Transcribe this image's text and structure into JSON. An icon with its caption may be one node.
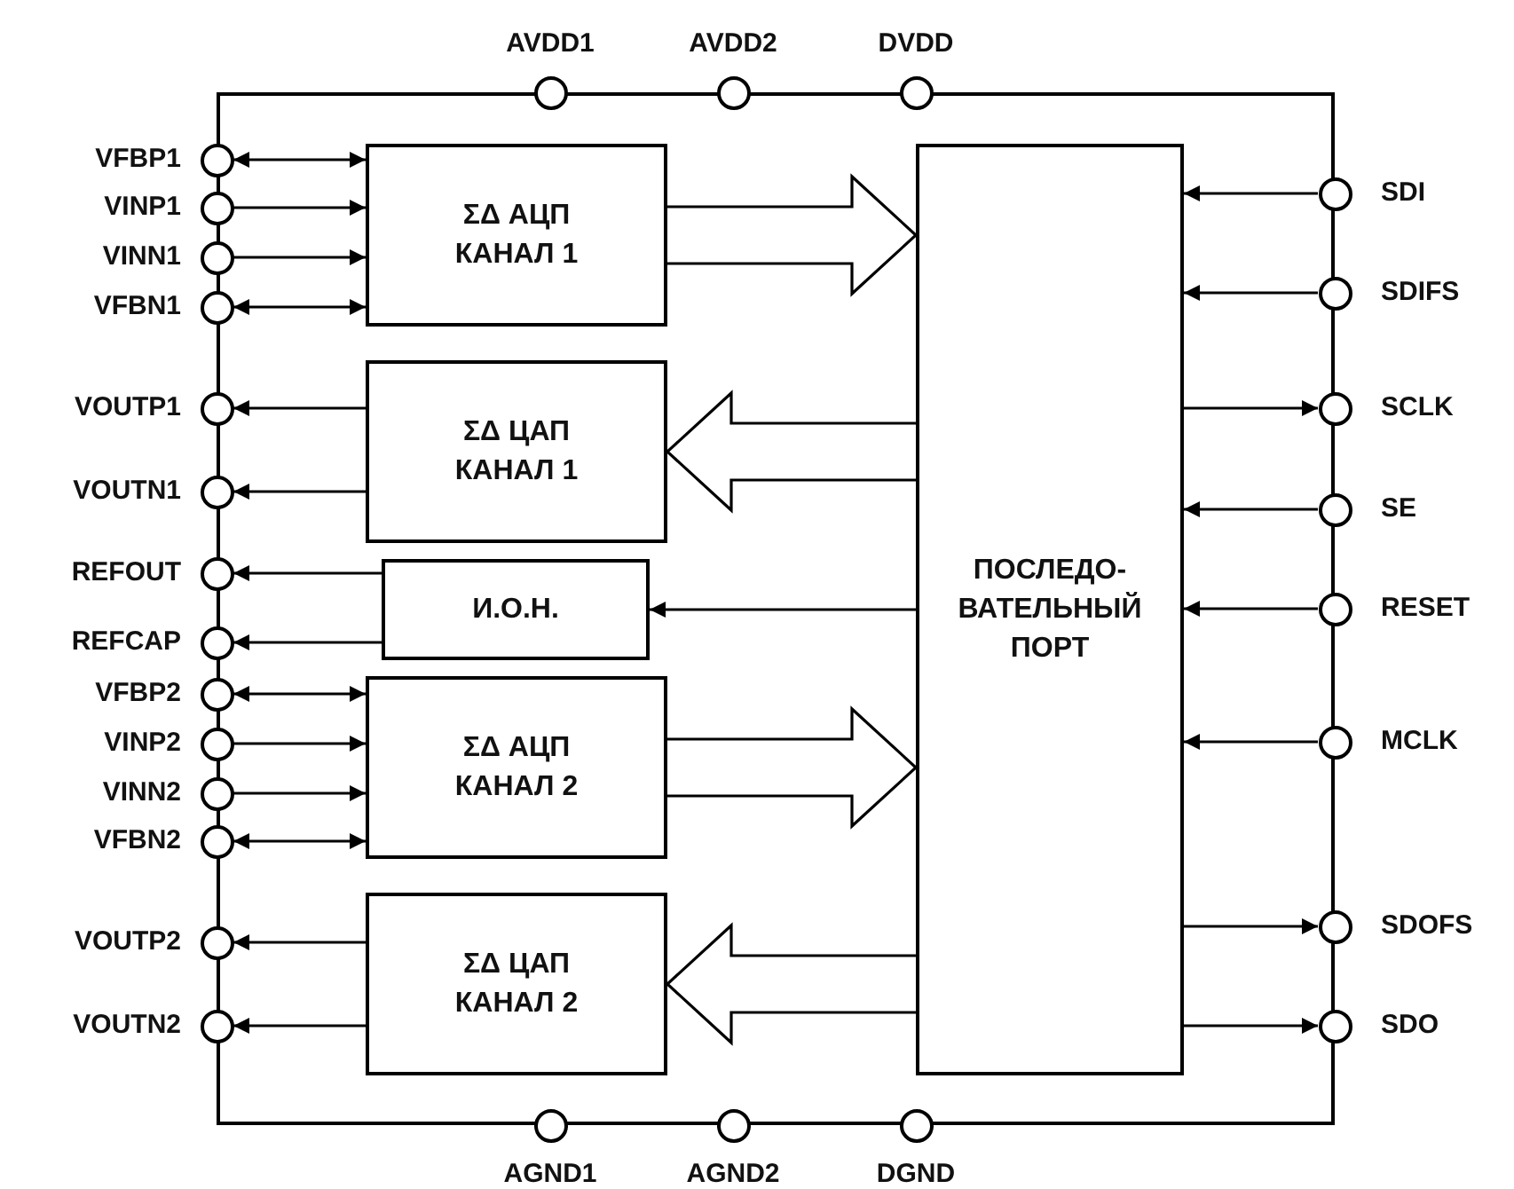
{
  "diagram": {
    "nodes": [
      {
        "text": [],
        "shape": "box"
      },
      {
        "text": [],
        "shape": "circle",
        "beside": [
          "AVDD1"
        ]
      },
      {
        "text": [],
        "shape": "circle",
        "beside": [
          "AVDD2"
        ]
      },
      {
        "text": [],
        "shape": "circle",
        "beside": [
          "DVDD"
        ]
      },
      {
        "text": [
          "ΣΔ АЦП КАНАЛ 1"
        ],
        "in": 0
      },
      {
        "text": [
          "ΣΔ ЦАП КАНАЛ 1"
        ],
        "in": 0
      },
      {
        "text": [
          "И.О.Н."
        ],
        "in": 0
      },
      {
        "text": [
          "ΣΔ АЦП КАНАЛ 2"
        ],
        "in": 0
      },
      {
        "text": [
          "ΣΔ ЦАП КАНАЛ 2"
        ],
        "in": 0
      },
      {
        "text": [
          "ПОСЛЕДО-ВАТЕЛЬНЫЙ ПОРТ"
        ],
        "in": 0
      },
      {
        "text": [],
        "shape": "circle",
        "beside": [
          "VFBP1"
        ]
      },
      {
        "text": [],
        "shape": "circle",
        "beside": [
          "VINP1"
        ]
      },
      {
        "text": [],
        "shape": "circle",
        "beside": [
          "VINN1"
        ]
      },
      {
        "text": [],
        "shape": "circle",
        "beside": [
          "VFBN1"
        ]
      },
      {
        "text": [],
        "shape": "circle",
        "beside": [
          "VOUTP1"
        ]
      },
      {
        "text": [],
        "shape": "circle",
        "beside": [
          "VOUTN1"
        ]
      },
      {
        "text": [],
        "shape": "circle",
        "beside": [
          "REFOUT"
        ]
      },
      {
        "text": [],
        "shape": "circle",
        "beside": [
          "REFCAP"
        ]
      },
      {
        "text": [],
        "shape": "circle",
        "beside": [
          "VFBP2"
        ]
      },
      {
        "text": [],
        "shape": "circle",
        "beside": [
          "VINP2"
        ]
      },
      {
        "text": [],
        "shape": "circle",
        "beside": [
          "VINN2"
        ]
      },
      {
        "text": [],
        "shape": "circle",
        "beside": [
          "VFBN2"
        ]
      },
      {
        "text": [],
        "shape": "circle",
        "beside": [
          "VOUTP2"
        ]
      },
      {
        "text": [],
        "shape": "circle",
        "beside": [
          "VOUTN2"
        ]
      },
      {
        "text": [],
        "shape": "circle",
        "beside": [
          "SDI"
        ]
      },
      {
        "text": [],
        "shape": "circle",
        "beside": [
          "SDIFS"
        ]
      },
      {
        "text": [],
        "shape": "circle",
        "beside": [
          "SCLK"
        ]
      },
      {
        "text": [],
        "shape": "circle",
        "beside": [
          "SE"
        ]
      },
      {
        "text": [],
        "shape": "circle",
        "beside": [
          "RESET"
        ]
      },
      {
        "text": [],
        "shape": "circle",
        "beside": [
          "MCLK"
        ]
      },
      {
        "text": [],
        "shape": "circle",
        "beside": [
          "SDOFS"
        ]
      },
      {
        "text": [],
        "shape": "circle",
        "beside": [
          "SDO"
        ]
      },
      {
        "text": [],
        "shape": "circle",
        "beside": [
          "AGND1"
        ]
      },
      {
        "text": [],
        "shape": "circle",
        "beside": [
          "AGND2"
        ]
      },
      {
        "text": [],
        "shape": "circle",
        "beside": [
          "DGND"
        ]
      }
    ],
    "edges": [
      {
        "from": 10,
        "to": 4,
        "arrow": "both"
      },
      {
        "from": 11,
        "to": 4,
        "arrow": "to"
      },
      {
        "from": 12,
        "to": 4,
        "arrow": "to"
      },
      {
        "from": 13,
        "to": 4,
        "arrow": "both"
      },
      {
        "from": 5,
        "to": 14,
        "arrow": "to"
      },
      {
        "from": 5,
        "to": 15,
        "arrow": "to"
      },
      {
        "from": 6,
        "to": 16,
        "arrow": "to"
      },
      {
        "from": 6,
        "to": 17,
        "arrow": "to"
      },
      {
        "from": 18,
        "to": 7,
        "arrow": "both"
      },
      {
        "from": 19,
        "to": 7,
        "arrow": "to"
      },
      {
        "from": 20,
        "to": 7,
        "arrow": "to"
      },
      {
        "from": 21,
        "to": 7,
        "arrow": "both"
      },
      {
        "from": 8,
        "to": 22,
        "arrow": "to"
      },
      {
        "from": 8,
        "to": 23,
        "arrow": "to"
      },
      {
        "from": 4,
        "to": 9,
        "arrow": "to",
        "style": "thick"
      },
      {
        "from": 9,
        "to": 5,
        "arrow": "to",
        "style": "thick"
      },
      {
        "from": 9,
        "to": 6,
        "arrow": "to"
      },
      {
        "from": 7,
        "to": 9,
        "arrow": "to",
        "style": "thick"
      },
      {
        "from": 9,
        "to": 8,
        "arrow": "to",
        "style": "thick"
      },
      {
        "from": 24,
        "to": 9,
        "arrow": "to"
      },
      {
        "from": 25,
        "to": 9,
        "arrow": "to"
      },
      {
        "from": 9,
        "to": 26,
        "arrow": "to"
      },
      {
        "from": 27,
        "to": 9,
        "arrow": "to"
      },
      {
        "from": 28,
        "to": 9,
        "arrow": "to"
      },
      {
        "from": 29,
        "to": 9,
        "arrow": "to"
      },
      {
        "from": 9,
        "to": 30,
        "arrow": "to"
      },
      {
        "from": 9,
        "to": 31,
        "arrow": "to"
      }
    ]
  }
}
